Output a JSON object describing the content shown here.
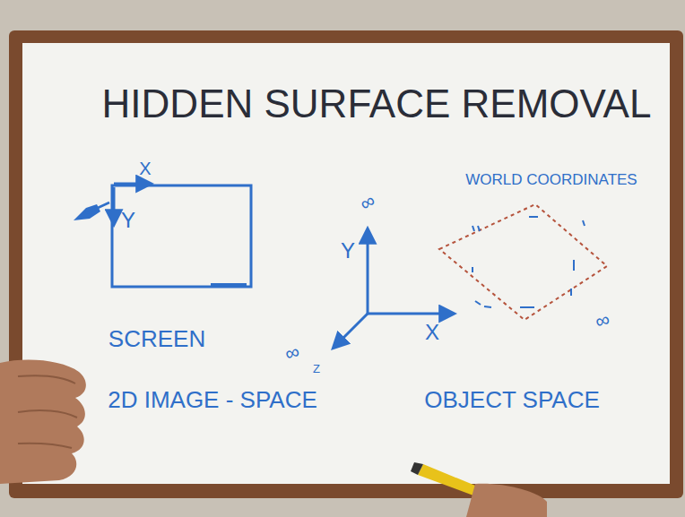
{
  "diagram": {
    "title": "HIDDEN SURFACE REMOVAL",
    "labels": [
      "X",
      "Y",
      "SCREEN",
      "2D IMAGE - SPACE",
      "∞",
      "Y",
      "X",
      "∞",
      "Z",
      "WORLD COORDINATES",
      "OBJECT SPACE",
      "∞"
    ]
  }
}
